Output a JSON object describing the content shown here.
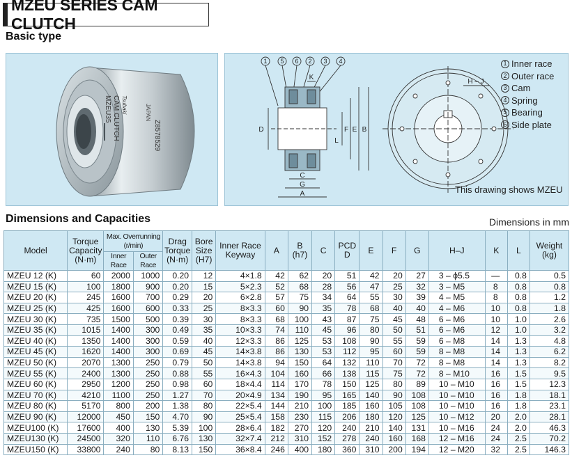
{
  "title": "MZEU SERIES CAM CLUTCH",
  "basic_type": "Basic type",
  "dims_heading": "Dimensions and Capacities",
  "unit_note": "Dimensions in mm",
  "photo": {
    "brand": "Tsubaki",
    "label1": "CAM CLUTCH",
    "label2": "MZEU35",
    "label3": "JAPAN",
    "serial": "Z8578529"
  },
  "drawing": {
    "callouts": [
      "1",
      "5",
      "6",
      "2",
      "3",
      "4"
    ],
    "dim_labels": {
      "K": "K",
      "D": "D",
      "F": "F",
      "E": "E",
      "B": "B",
      "L": "L",
      "C": "C",
      "G": "G",
      "A": "A",
      "HJ": "H – J"
    },
    "note": "This drawing shows MZEU"
  },
  "parts": [
    {
      "num": "1",
      "name": "Inner race"
    },
    {
      "num": "2",
      "name": "Outer race"
    },
    {
      "num": "3",
      "name": "Cam"
    },
    {
      "num": "4",
      "name": "Spring"
    },
    {
      "num": "5",
      "name": "Bearing"
    },
    {
      "num": "6",
      "name": "Side plate"
    }
  ],
  "table": {
    "headers": {
      "model": "Model",
      "torque": "Torque Capacity (N·m)",
      "overrun": "Max. Overrunning (r/min)",
      "inner_race": "Inner Race",
      "outer_race": "Outer Race",
      "drag": "Drag Torque (N·m)",
      "bore": "Bore Size (H7)",
      "keyway": "Inner Race Keyway",
      "A": "A",
      "B": "B (h7)",
      "C": "C",
      "PCD": "PCD D",
      "E": "E",
      "F": "F",
      "G": "G",
      "HJ": "H–J",
      "K": "K",
      "L": "L",
      "weight": "Weight (kg)"
    },
    "rows": [
      [
        "MZEU  12 (K)",
        "60",
        "2000",
        "1000",
        "0.20",
        "12",
        "4×1.8",
        "42",
        "62",
        "20",
        "51",
        "42",
        "20",
        "27",
        "3 – ϕ5.5",
        "—",
        "0.8",
        "0.5"
      ],
      [
        "MZEU  15 (K)",
        "100",
        "1800",
        "900",
        "0.20",
        "15",
        "5×2.3",
        "52",
        "68",
        "28",
        "56",
        "47",
        "25",
        "32",
        "3 – M5",
        "8",
        "0.8",
        "0.8"
      ],
      [
        "MZEU  20 (K)",
        "245",
        "1600",
        "700",
        "0.29",
        "20",
        "6×2.8",
        "57",
        "75",
        "34",
        "64",
        "55",
        "30",
        "39",
        "4 – M5",
        "8",
        "0.8",
        "1.2"
      ],
      [
        "MZEU  25 (K)",
        "425",
        "1600",
        "600",
        "0.33",
        "25",
        "8×3.3",
        "60",
        "90",
        "35",
        "78",
        "68",
        "40",
        "40",
        "4 – M6",
        "10",
        "0.8",
        "1.8"
      ],
      [
        "MZEU  30 (K)",
        "735",
        "1500",
        "500",
        "0.39",
        "30",
        "8×3.3",
        "68",
        "100",
        "43",
        "87",
        "75",
        "45",
        "48",
        "6 – M6",
        "10",
        "1.0",
        "2.6"
      ],
      [
        "MZEU  35 (K)",
        "1015",
        "1400",
        "300",
        "0.49",
        "35",
        "10×3.3",
        "74",
        "110",
        "45",
        "96",
        "80",
        "50",
        "51",
        "6 – M6",
        "12",
        "1.0",
        "3.2"
      ],
      [
        "MZEU  40 (K)",
        "1350",
        "1400",
        "300",
        "0.59",
        "40",
        "12×3.3",
        "86",
        "125",
        "53",
        "108",
        "90",
        "55",
        "59",
        "6 – M8",
        "14",
        "1.3",
        "4.8"
      ],
      [
        "MZEU  45 (K)",
        "1620",
        "1400",
        "300",
        "0.69",
        "45",
        "14×3.8",
        "86",
        "130",
        "53",
        "112",
        "95",
        "60",
        "59",
        "8 – M8",
        "14",
        "1.3",
        "6.2"
      ],
      [
        "MZEU  50 (K)",
        "2070",
        "1300",
        "250",
        "0.79",
        "50",
        "14×3.8",
        "94",
        "150",
        "64",
        "132",
        "110",
        "70",
        "72",
        "8 – M8",
        "14",
        "1.3",
        "8.2"
      ],
      [
        "MZEU  55 (K)",
        "2400",
        "1300",
        "250",
        "0.88",
        "55",
        "16×4.3",
        "104",
        "160",
        "66",
        "138",
        "115",
        "75",
        "72",
        "8 – M10",
        "16",
        "1.5",
        "9.5"
      ],
      [
        "MZEU  60 (K)",
        "2950",
        "1200",
        "250",
        "0.98",
        "60",
        "18×4.4",
        "114",
        "170",
        "78",
        "150",
        "125",
        "80",
        "89",
        "10 – M10",
        "16",
        "1.5",
        "12.3"
      ],
      [
        "MZEU  70 (K)",
        "4210",
        "1100",
        "250",
        "1.27",
        "70",
        "20×4.9",
        "134",
        "190",
        "95",
        "165",
        "140",
        "90",
        "108",
        "10 – M10",
        "16",
        "1.8",
        "18.1"
      ],
      [
        "MZEU  80 (K)",
        "5170",
        "800",
        "200",
        "1.38",
        "80",
        "22×5.4",
        "144",
        "210",
        "100",
        "185",
        "160",
        "105",
        "108",
        "10 – M10",
        "16",
        "1.8",
        "23.1"
      ],
      [
        "MZEU  90 (K)",
        "12000",
        "450",
        "150",
        "4.70",
        "90",
        "25×5.4",
        "158",
        "230",
        "115",
        "206",
        "180",
        "120",
        "125",
        "10 – M12",
        "20",
        "2.0",
        "28.1"
      ],
      [
        "MZEU100 (K)",
        "17600",
        "400",
        "130",
        "5.39",
        "100",
        "28×6.4",
        "182",
        "270",
        "120",
        "240",
        "210",
        "140",
        "131",
        "10 – M16",
        "24",
        "2.0",
        "46.3"
      ],
      [
        "MZEU130 (K)",
        "24500",
        "320",
        "110",
        "6.76",
        "130",
        "32×7.4",
        "212",
        "310",
        "152",
        "278",
        "240",
        "160",
        "168",
        "12 – M16",
        "24",
        "2.5",
        "70.2"
      ],
      [
        "MZEU150 (K)",
        "33800",
        "240",
        "80",
        "8.13",
        "150",
        "36×8.4",
        "246",
        "400",
        "180",
        "360",
        "310",
        "200",
        "194",
        "12 – M20",
        "32",
        "2.5",
        "146.3"
      ]
    ]
  }
}
